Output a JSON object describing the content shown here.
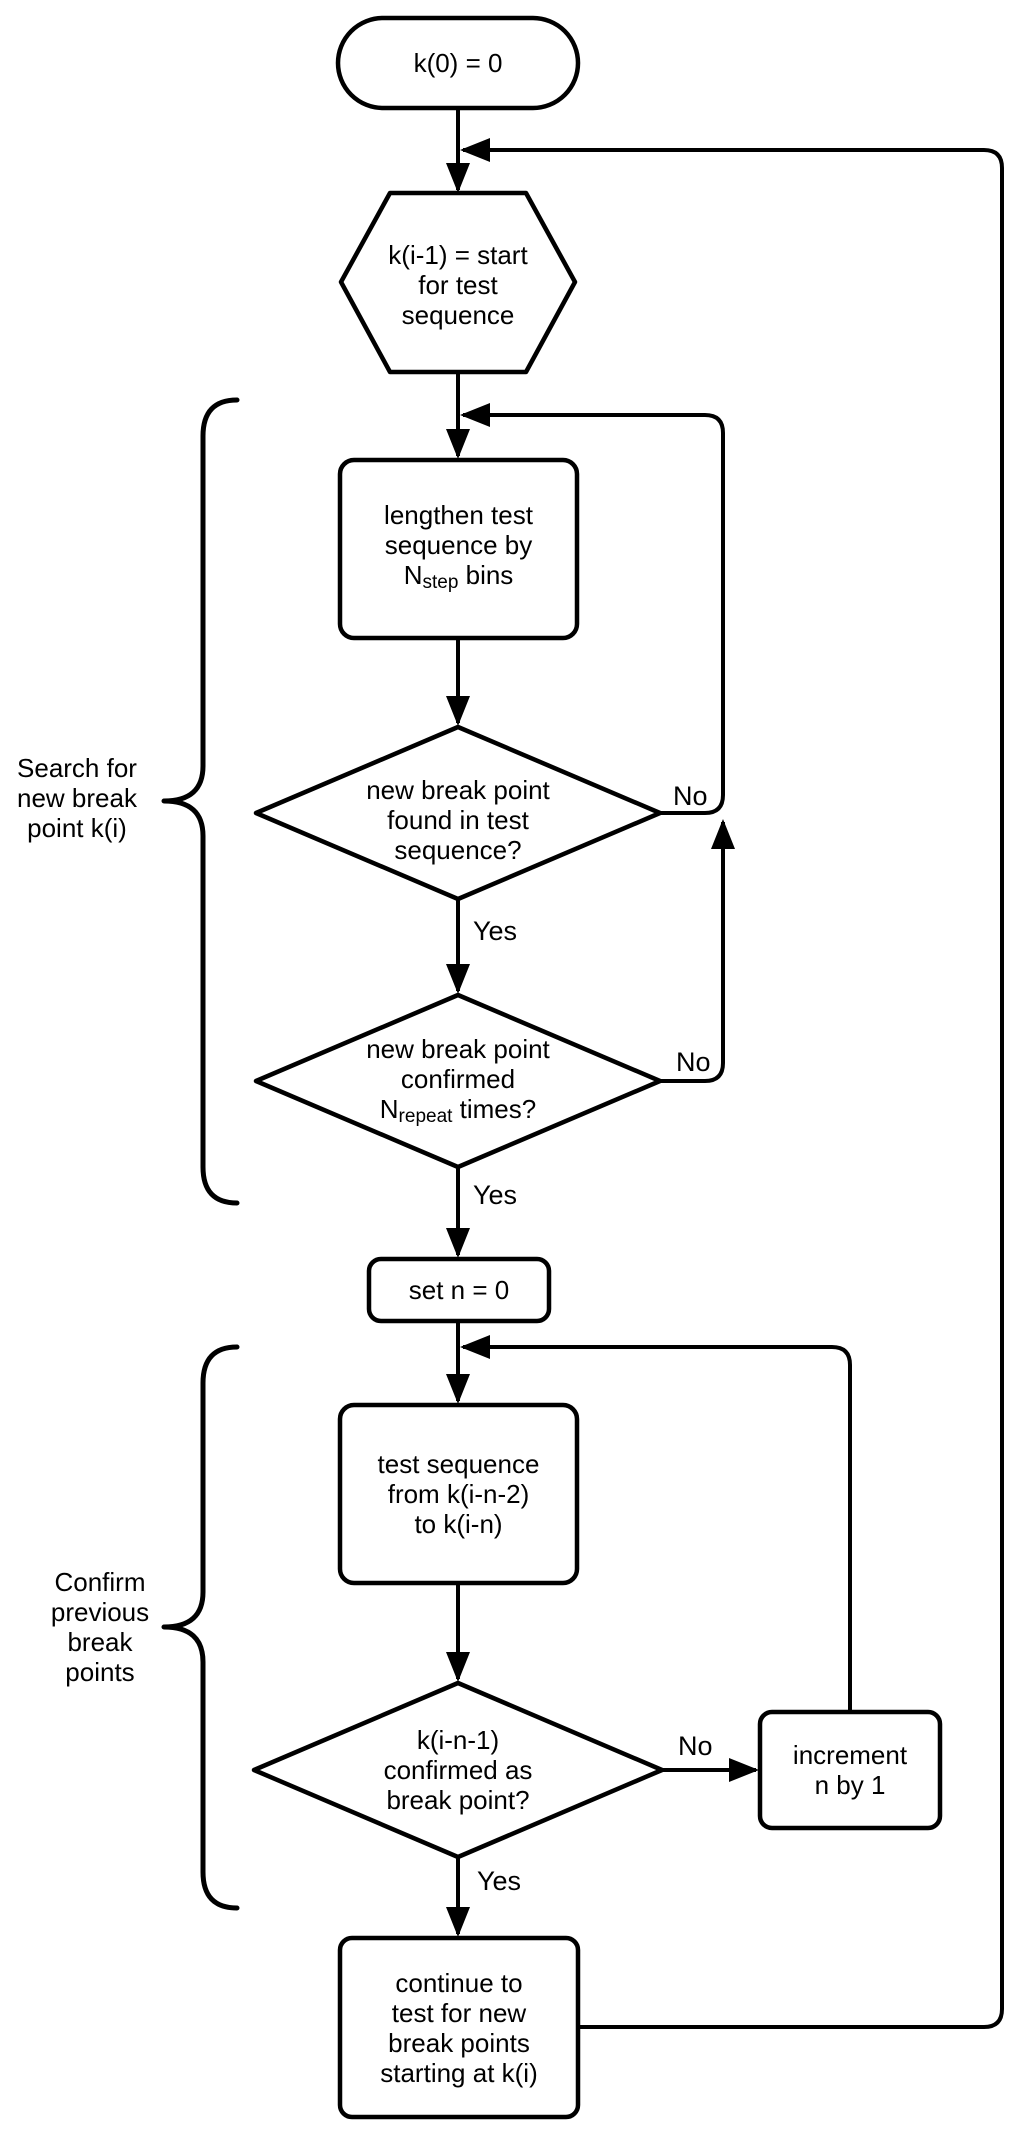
{
  "colors": {
    "line": "#000000",
    "background": "#ffffff",
    "text": "#000000"
  },
  "nodes": {
    "start": {
      "label": "k(0) = 0"
    },
    "init_hexagon": {
      "lines": [
        "k(i-1) = start",
        "for test",
        "sequence"
      ]
    },
    "lengthen": {
      "lines": [
        "lengthen test",
        "sequence by"
      ],
      "formula": [
        "N",
        "step",
        " bins"
      ]
    },
    "found_decision": {
      "lines": [
        "new break point",
        "found in test",
        "sequence?"
      ]
    },
    "confirmed_decision": {
      "lines": [
        "new break point",
        "confirmed"
      ],
      "formula": [
        "N",
        "repeat",
        " times?"
      ]
    },
    "set_n": {
      "label": "set n = 0"
    },
    "test_sequence": {
      "lines": [
        "test sequence",
        "from k(i-n-2)",
        "to k(i-n)"
      ]
    },
    "kin1_decision": {
      "lines": [
        "k(i-n-1)",
        "confirmed as",
        "break point?"
      ]
    },
    "increment": {
      "lines": [
        "increment",
        "n by 1"
      ]
    },
    "continue_box": {
      "lines": [
        "continue to",
        "test for new",
        "break points",
        "starting at k(i)"
      ]
    }
  },
  "edge_labels": {
    "found_yes": "Yes",
    "found_no": "No",
    "confirmed_yes": "Yes",
    "confirmed_no": "No",
    "kin1_yes": "Yes",
    "kin1_no": "No"
  },
  "annotations": {
    "search_brace": {
      "lines": [
        "Search for",
        "new break",
        "point k(i)"
      ]
    },
    "confirm_brace": {
      "lines": [
        "Confirm",
        "previous",
        "break",
        "points"
      ]
    }
  }
}
